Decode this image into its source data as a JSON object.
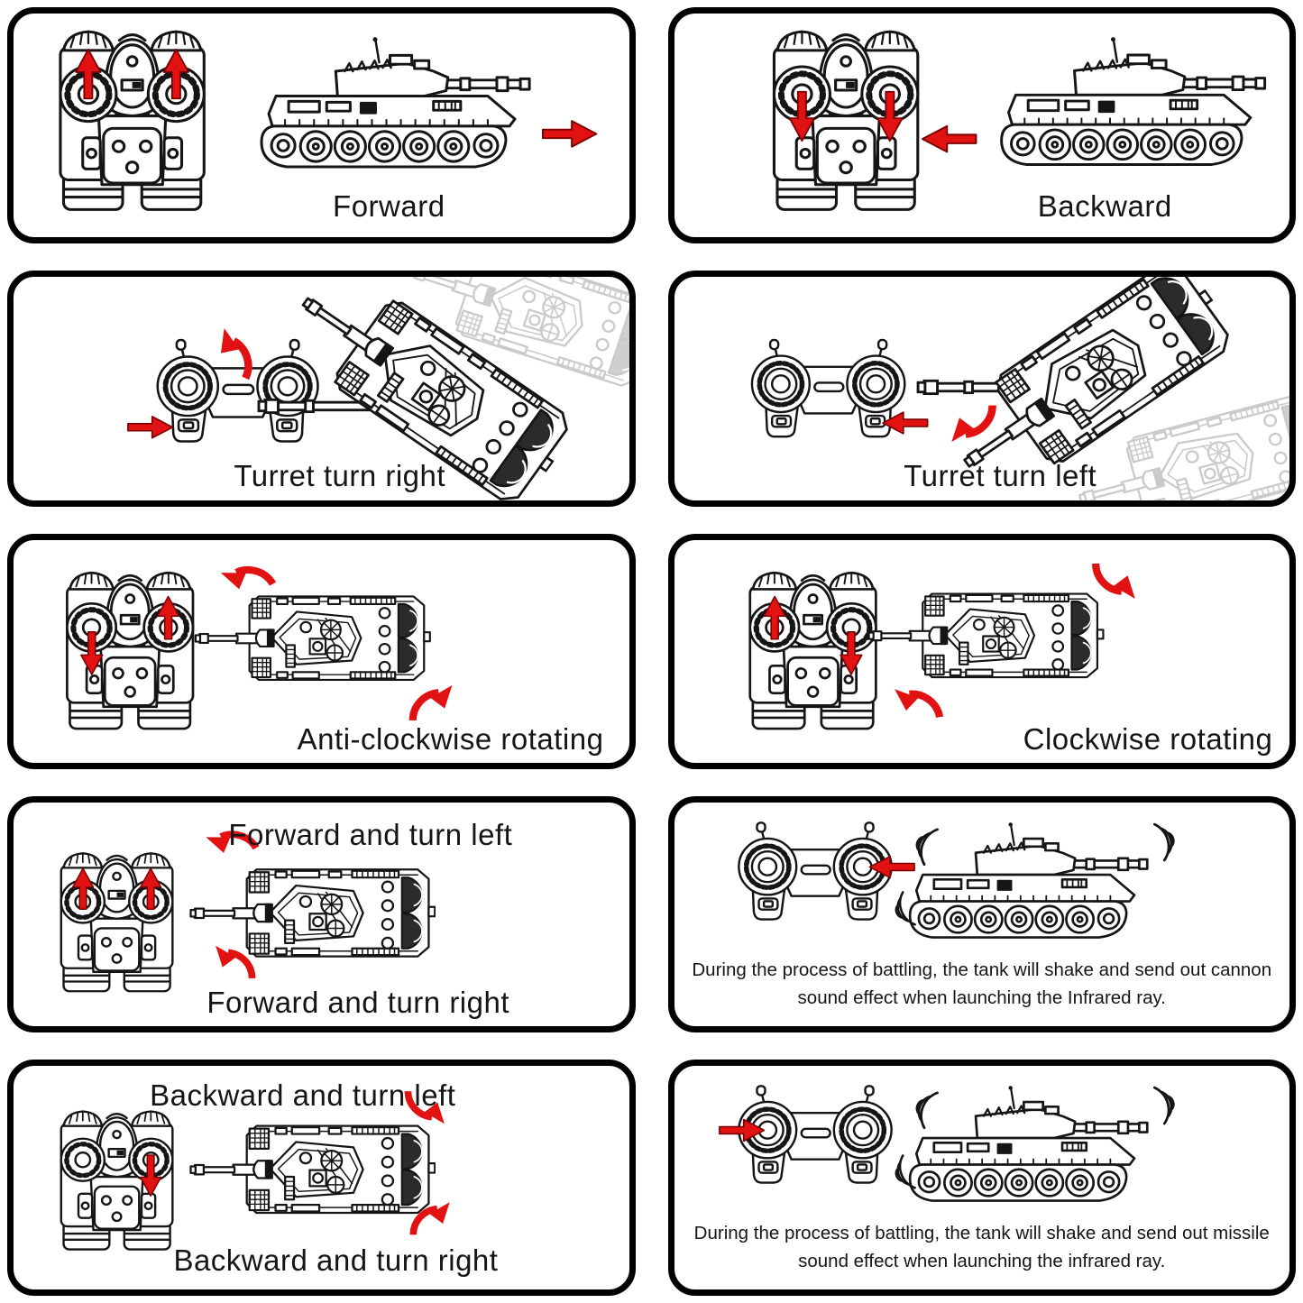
{
  "colors": {
    "line": "#151515",
    "arrow_red": "#e31212",
    "arrow_outline": "#7a0000",
    "panel_border": "#000000",
    "background": "#ffffff"
  },
  "panels": [
    {
      "id": "forward",
      "caption": "Forward"
    },
    {
      "id": "backward",
      "caption": "Backward"
    },
    {
      "id": "turret-right",
      "caption": "Turret turn right"
    },
    {
      "id": "turret-left",
      "caption": "Turret turn left"
    },
    {
      "id": "anticlockwise",
      "caption": "Anti-clockwise rotating"
    },
    {
      "id": "clockwise",
      "caption": "Clockwise rotating"
    },
    {
      "id": "forward-turn",
      "caption_top": "Forward and turn left",
      "caption_bottom": "Forward and turn right"
    },
    {
      "id": "battle-cannon",
      "text": "During the process of battling, the tank will shake and send out cannon sound effect when launching the Infrared ray."
    },
    {
      "id": "backward-turn",
      "caption_top": "Backward and turn left",
      "caption_bottom": "Backward and turn right"
    },
    {
      "id": "battle-missile",
      "text": "During the process of battling, the tank will shake and send out missile sound effect when launching the infrared ray."
    }
  ]
}
